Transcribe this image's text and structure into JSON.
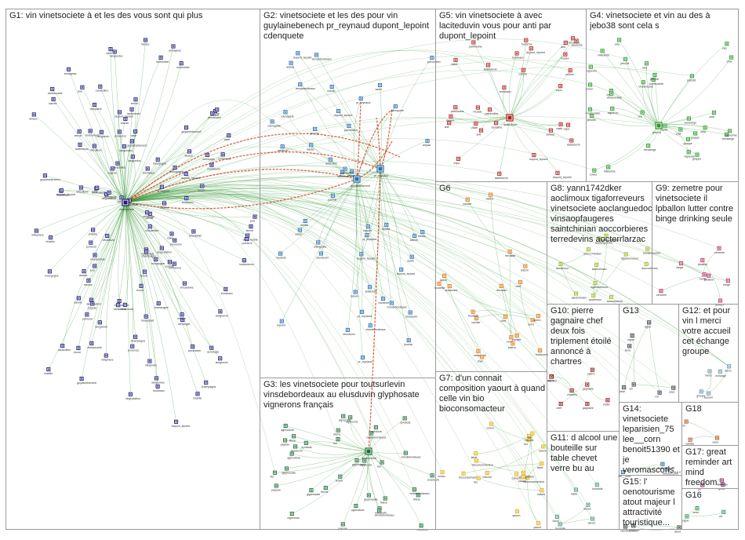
{
  "graph": {
    "colors": {
      "G1": "#1f1f7a",
      "G2": "#2a6fb0",
      "G3": "#1f6e3a",
      "G4": "#2a9a2a",
      "G5": "#b22222",
      "G6": "#e07a10",
      "G7": "#e0b010",
      "G8": "#9ab820",
      "G9": "#c0306a",
      "G10": "#8a1a1a",
      "G11": "#4a9a8a",
      "G12": "#6a9ab0",
      "G13": "#3a3a4a",
      "G14": "#2a6a8a",
      "G15": "#3a3a3a",
      "G16": "#2a9a5a",
      "G17": "#8a2a6a",
      "G18": "#c0502a",
      "edge_green": "#3a9a3a",
      "edge_red": "#d04020"
    },
    "groups": [
      {
        "id": "G1",
        "label": "G1: vin vinetsociete à et les des vous sont qui plus",
        "icon": "user-node-icon"
      },
      {
        "id": "G2",
        "label": "G2: vinetsociete et les des pour vin guylainebenech pr_reynaud dupont_lepoint cdenquete",
        "icon": "user-node-icon"
      },
      {
        "id": "G3",
        "label": "G3: les vinetsociete pour toutsurlevin vinsdebordeaux au elusduvin glyphosate vignerons français",
        "icon": "user-node-icon"
      },
      {
        "id": "G4",
        "label": "G4: vinetsociete et vin au des à jebo38 sont cela s",
        "icon": "user-node-icon"
      },
      {
        "id": "G5",
        "label": "G5: vin vinetsociete à avec laciteduvin vous pour anti par dupont_lepoint",
        "icon": "user-node-icon"
      },
      {
        "id": "G6",
        "label": "G6",
        "icon": "user-node-icon"
      },
      {
        "id": "G7",
        "label": "G7: d'un connait composition yaourt à quand celle vin bio bioconsomacteur",
        "icon": "user-node-icon"
      },
      {
        "id": "G8",
        "label": "G8: yann1742dker aoclimoux tigaforreveurs vinetsociete aoclanguedoc vinsaopfaugeres saintchinian aoccorbieres terredevins aocterrlarzac",
        "icon": "user-node-icon"
      },
      {
        "id": "G9",
        "label": "G9: zemetre pour vinetsociete il lpballon lutter contre binge drinking seule",
        "icon": "user-node-icon"
      },
      {
        "id": "G10",
        "label": "G10: pierre gagnaire chef deux fois triplement étoilé annoncé à chartres",
        "icon": "user-node-icon"
      },
      {
        "id": "G11",
        "label": "G11: d alcool une bouteille sur table chevet verre bu au",
        "icon": "user-node-icon"
      },
      {
        "id": "G12",
        "label": "G12: et pour vin l merci votre accueil cet échange groupe",
        "icon": "user-node-icon"
      },
      {
        "id": "G13",
        "label": "G13",
        "icon": "user-node-icon"
      },
      {
        "id": "G14",
        "label": "G14: vinetsociete leparisien_75 lee__corn benoit51390 et je veromascoris...",
        "icon": "user-node-icon"
      },
      {
        "id": "G15",
        "label": "G15: l' oenotourisme atout majeur l attractivité touristique...",
        "icon": "user-node-icon"
      },
      {
        "id": "G16",
        "label": "G16",
        "icon": "user-node-icon"
      },
      {
        "id": "G17",
        "label": "G17: great reminder art mind freedom...",
        "icon": "user-node-icon"
      },
      {
        "id": "G18",
        "label": "G18",
        "icon": "user-node-icon"
      }
    ],
    "nodes": {
      "G1": {
        "count": 118,
        "hubs": [
          "vinetsociete"
        ],
        "labels": [
          "vinetsociete",
          "toutsurlevin",
          "dupont_lepoint",
          "guylainebenech",
          "laciteduvin",
          "vitisphere",
          "bordeaux",
          "caracolles",
          "viticulture",
          "lavignevin",
          "sommelier",
          "oenologie",
          "vinsdeloire",
          "terroir",
          "cave",
          "degustation",
          "bourgogne",
          "champagne",
          "alsace",
          "rhone",
          "languedoc",
          "provence",
          "beaujolais",
          "jura",
          "savoie",
          "cognac",
          "armagnac",
          "chablis",
          "medoc",
          "pomerol"
        ]
      },
      "G2": {
        "count": 46,
        "hubs": [
          "guylainebenech",
          "pr_reynaud"
        ],
        "labels": [
          "cdenquete",
          "dupont_lepoint",
          "pr_reynaud",
          "vinsdebordeaux",
          "elusduvin",
          "sante",
          "addiction",
          "loievin",
          "anpaa",
          "prevention",
          "medecin",
          "journal",
          "lepoint",
          "media"
        ]
      },
      "G3": {
        "count": 34,
        "hubs": [
          "toutsurlevin"
        ],
        "labels": [
          "vinsdebordeaux",
          "elusduvin",
          "glyphosate",
          "vignerons",
          "agriculture",
          "bio",
          "paysan",
          "ferme",
          "syndicat",
          "filiere"
        ]
      },
      "G4": {
        "count": 32,
        "hubs": [
          "jebo38"
        ],
        "labels": [
          "jebo38",
          "vinetsociete",
          "cela",
          "vigneron",
          "chai",
          "cuvee",
          "millesime",
          "grappe",
          "vendange",
          "cep"
        ]
      },
      "G5": {
        "count": 30,
        "hubs": [
          "laciteduvin"
        ],
        "labels": [
          "laciteduvin",
          "dupont_lepoint",
          "anti",
          "musee",
          "bordeaux",
          "culture",
          "tourisme",
          "expo",
          "visite",
          "patrimoine"
        ]
      },
      "G6": {
        "count": 20,
        "hubs": [],
        "labels": [
          "caviste",
          "bistrot",
          "restaurant",
          "chef",
          "terrasse",
          "verre",
          "bouteille",
          "apero"
        ]
      },
      "G7": {
        "count": 19,
        "hubs": [],
        "labels": [
          "bioconsomacteur",
          "yaourt",
          "bio",
          "composition",
          "nature",
          "marche",
          "label",
          "conso"
        ]
      },
      "G8": {
        "count": 12,
        "hubs": [],
        "labels": [
          "yann1742dker",
          "aoclimoux",
          "tigaforreveurs",
          "aoclanguedoc",
          "saintchinian",
          "aoccorbieres"
        ]
      },
      "G9": {
        "count": 8,
        "hubs": [],
        "labels": [
          "zemetre",
          "lpballon",
          "binge",
          "jeunes",
          "sante"
        ]
      },
      "G10": {
        "count": 8,
        "hubs": [],
        "labels": [
          "pierre",
          "gagnaire",
          "chartres",
          "etoile",
          "chef"
        ]
      },
      "G11": {
        "count": 6,
        "hubs": [],
        "labels": [
          "alcool",
          "bouteille",
          "verre",
          "table"
        ]
      },
      "G12": {
        "count": 5,
        "hubs": [],
        "labels": [
          "merci",
          "accueil",
          "echange",
          "groupe"
        ]
      },
      "G13": {
        "count": 7,
        "hubs": [],
        "labels": [
          "vin",
          "cave",
          "vigne",
          "terre"
        ]
      },
      "G14": {
        "count": 3,
        "hubs": [],
        "labels": [
          "leparisien_75",
          "lee__corn",
          "benoit51390"
        ]
      },
      "G15": {
        "count": 3,
        "hubs": [],
        "labels": [
          "oenotourisme",
          "atout",
          "tourisme"
        ]
      },
      "G16": {
        "count": 3,
        "hubs": [],
        "labels": [
          "vin",
          "vigne",
          "verre"
        ]
      },
      "G17": {
        "count": 3,
        "hubs": [],
        "labels": [
          "great",
          "reminder",
          "art"
        ]
      },
      "G18": {
        "count": 3,
        "hubs": [],
        "labels": [
          "vin",
          "cave",
          "caviste"
        ]
      }
    }
  }
}
